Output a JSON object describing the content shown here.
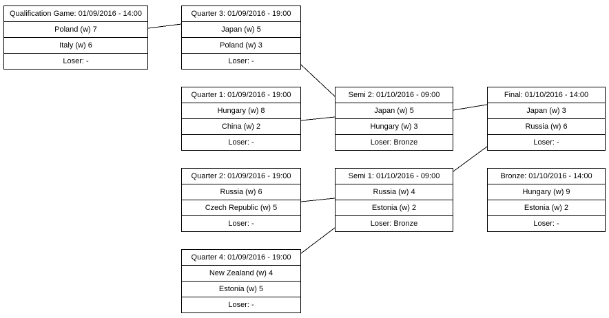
{
  "colors": {
    "background": "#ffffff",
    "border": "#000000",
    "text": "#000000",
    "connector_line": "#000000"
  },
  "bracket": {
    "matches": [
      {
        "id": "qualification",
        "title": "Qualification Game: 01/09/2016 - 14:00",
        "team1": "Poland (w) 7",
        "team2": "Italy (w) 6",
        "loser": "Loser: -"
      },
      {
        "id": "quarter3",
        "title": "Quarter 3: 01/09/2016 - 19:00",
        "team1": "Japan (w) 5",
        "team2": "Poland (w) 3",
        "loser": "Loser: -"
      },
      {
        "id": "quarter1",
        "title": "Quarter 1: 01/09/2016 - 19:00",
        "team1": "Hungary (w) 8",
        "team2": "China (w) 2",
        "loser": "Loser: -"
      },
      {
        "id": "semi2",
        "title": "Semi 2: 01/10/2016 - 09:00",
        "team1": "Japan (w) 5",
        "team2": "Hungary (w) 3",
        "loser": "Loser: Bronze"
      },
      {
        "id": "final",
        "title": "Final: 01/10/2016 - 14:00",
        "team1": "Japan (w) 3",
        "team2": "Russia (w) 6",
        "loser": "Loser: -"
      },
      {
        "id": "quarter2",
        "title": "Quarter 2: 01/09/2016 - 19:00",
        "team1": "Russia (w) 6",
        "team2": "Czech Republic (w) 5",
        "loser": "Loser: -"
      },
      {
        "id": "semi1",
        "title": "Semi 1: 01/10/2016 - 09:00",
        "team1": "Russia (w) 4",
        "team2": "Estonia (w) 2",
        "loser": "Loser: Bronze"
      },
      {
        "id": "bronze",
        "title": "Bronze: 01/10/2016 - 14:00",
        "team1": "Hungary (w) 9",
        "team2": "Estonia (w) 2",
        "loser": "Loser: -"
      },
      {
        "id": "quarter4",
        "title": "Quarter 4: 01/09/2016 - 19:00",
        "team1": "New Zealand (w) 4",
        "team2": "Estonia (w) 5",
        "loser": "Loser: -"
      }
    ]
  }
}
